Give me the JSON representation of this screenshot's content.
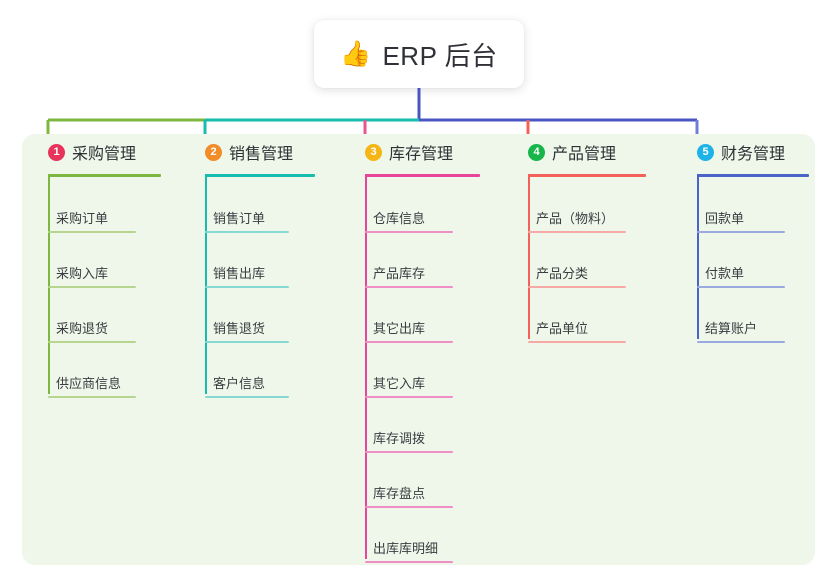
{
  "root": {
    "icon": "thumbs-up-icon",
    "icon_glyph": "👍",
    "title": "ERP 后台"
  },
  "panel": {
    "background": "#eef7e9"
  },
  "connector": {
    "stem_color": "#4a55c4",
    "segment_colors": [
      "#7cb83f",
      "#16bcae",
      "#4a55c4",
      "#4a55c4"
    ],
    "drop_colors": [
      "#7cb83f",
      "#16bcae",
      "#e8568d",
      "#f4615a",
      "#6f7fd6"
    ]
  },
  "columns": [
    {
      "number": "1",
      "label": "采购管理",
      "badge_color": "#e8345a",
      "line_color": "#7cb83f",
      "leaf_line_color": "#b6d68f",
      "items": [
        {
          "label": "采购订单"
        },
        {
          "label": "采购入库"
        },
        {
          "label": "采购退货"
        },
        {
          "label": "供应商信息"
        }
      ]
    },
    {
      "number": "2",
      "label": "销售管理",
      "badge_color": "#f28c28",
      "line_color": "#16bcae",
      "leaf_line_color": "#86d9d2",
      "items": [
        {
          "label": "销售订单"
        },
        {
          "label": "销售出库"
        },
        {
          "label": "销售退货"
        },
        {
          "label": "客户信息"
        }
      ]
    },
    {
      "number": "3",
      "label": "库存管理",
      "badge_color": "#f5b515",
      "line_color": "#e8459a",
      "leaf_line_color": "#ef8fc4",
      "items": [
        {
          "label": "仓库信息"
        },
        {
          "label": "产品库存"
        },
        {
          "label": "其它出库"
        },
        {
          "label": "其它入库"
        },
        {
          "label": "库存调拨"
        },
        {
          "label": "库存盘点"
        },
        {
          "label": "出库库明细"
        }
      ]
    },
    {
      "number": "4",
      "label": "产品管理",
      "badge_color": "#18b54a",
      "line_color": "#f4615a",
      "leaf_line_color": "#f7a9a5",
      "items": [
        {
          "label": "产品（物料）"
        },
        {
          "label": "产品分类"
        },
        {
          "label": "产品单位"
        }
      ]
    },
    {
      "number": "5",
      "label": "财务管理",
      "badge_color": "#1eb3e8",
      "line_color": "#4a63c8",
      "leaf_line_color": "#9aaae0",
      "items": [
        {
          "label": "回款单"
        },
        {
          "label": "付款单"
        },
        {
          "label": "结算账户"
        }
      ]
    }
  ]
}
